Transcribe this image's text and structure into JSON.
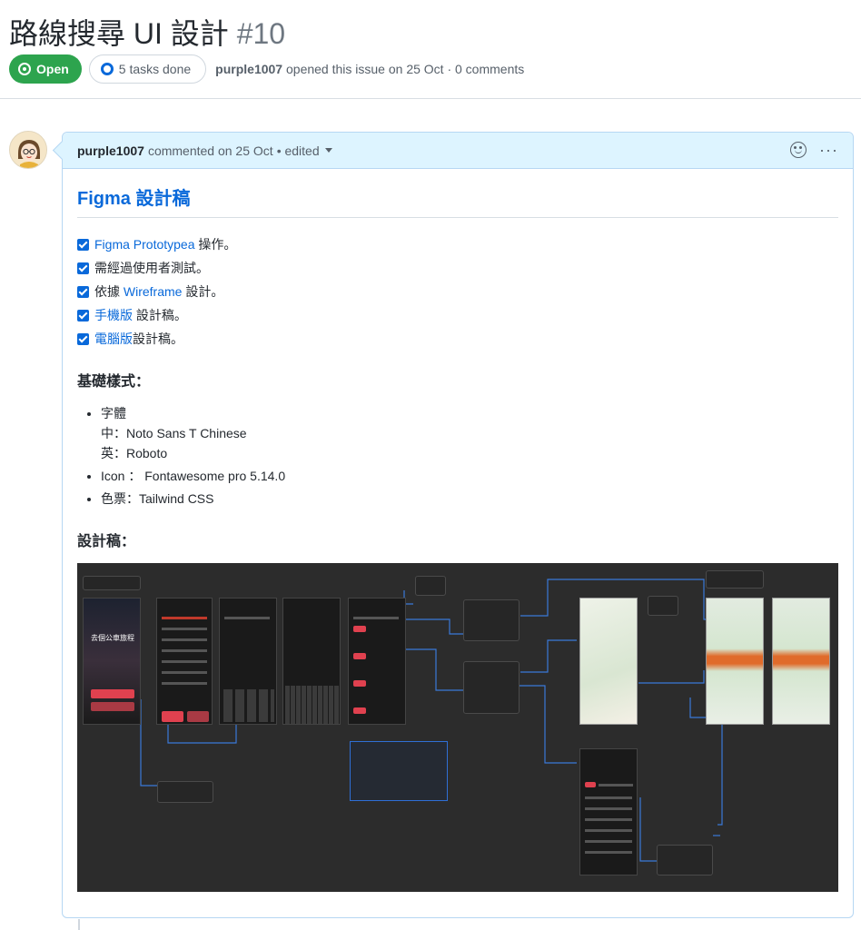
{
  "issue": {
    "title": "路線搜尋 UI 設計",
    "number": "#10",
    "state": "Open",
    "tasks": "5 tasks done",
    "author": "purple1007",
    "opened_text": "opened this issue on 25 Oct · 0 comments"
  },
  "comment": {
    "author": "purple1007",
    "meta": "commented on 25 Oct",
    "edited": "• edited",
    "heading": "Figma 設計稿",
    "tasks": [
      {
        "link": "Figma Prototypea",
        "text": " 操作。"
      },
      {
        "link": "",
        "text": "需經過使用者測試。"
      },
      {
        "prefix": "依據 ",
        "link": "Wireframe",
        "text": " 設計。"
      },
      {
        "link": "手機版",
        "text": " 設計稿。"
      },
      {
        "link": "電腦版",
        "text": "設計稿。"
      }
    ],
    "basics_heading": "基礎樣式：",
    "basics": {
      "font_label": "字體",
      "font_zh": "中：Noto Sans T Chinese",
      "font_en": "英：Roboto",
      "icon": "Icon ： Fontawesome pro 5.14.0",
      "colors": "色票：Tailwind CSS"
    },
    "design_heading": "設計稿：",
    "figma_caption": "去個公車旅程"
  },
  "colors": {
    "open_green": "#2da44e",
    "link_blue": "#0969da",
    "header_bg": "#ddf4ff",
    "figma_bg": "#2c2c2c",
    "accent_red": "#e0414f"
  }
}
